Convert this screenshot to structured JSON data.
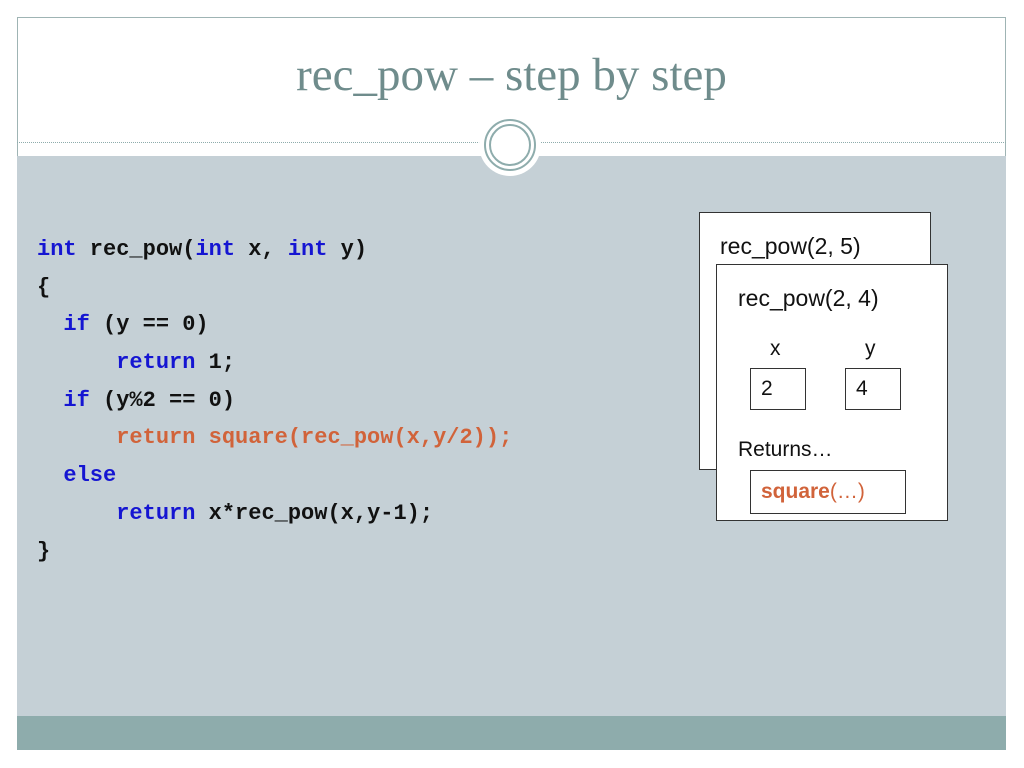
{
  "slide": {
    "title": "rec_pow – step by step"
  },
  "code": {
    "lines": [
      [
        {
          "t": "int",
          "c": "kw"
        },
        {
          "t": " rec_pow(",
          "c": ""
        },
        {
          "t": "int",
          "c": "kw"
        },
        {
          "t": " x, ",
          "c": ""
        },
        {
          "t": "int",
          "c": "kw"
        },
        {
          "t": " y)",
          "c": ""
        }
      ],
      [
        {
          "t": "{",
          "c": ""
        }
      ],
      [
        {
          "t": "  ",
          "c": ""
        },
        {
          "t": "if",
          "c": "kw"
        },
        {
          "t": " (y == 0)",
          "c": ""
        }
      ],
      [
        {
          "t": "      ",
          "c": ""
        },
        {
          "t": "return",
          "c": "kw"
        },
        {
          "t": " 1;",
          "c": ""
        }
      ],
      [
        {
          "t": "  ",
          "c": ""
        },
        {
          "t": "if",
          "c": "kw"
        },
        {
          "t": " (y%2 == 0)",
          "c": ""
        }
      ],
      [
        {
          "t": "      ",
          "c": ""
        },
        {
          "t": "return square(rec_pow(x,y/2));",
          "c": "hl"
        }
      ],
      [
        {
          "t": "  ",
          "c": ""
        },
        {
          "t": "else",
          "c": "kw"
        }
      ],
      [
        {
          "t": "      ",
          "c": ""
        },
        {
          "t": "return",
          "c": "kw"
        },
        {
          "t": " x*rec_pow(x,y-1);",
          "c": ""
        }
      ],
      [
        {
          "t": "}",
          "c": ""
        }
      ]
    ]
  },
  "stack": {
    "outer_frame": {
      "label": "rec_pow(2, 5)"
    },
    "inner_frame": {
      "label": "rec_pow(2, 4)",
      "x_label": "x",
      "y_label": "y",
      "x_value": "2",
      "y_value": "4",
      "returns_label": "Returns…",
      "returns_fn": "square",
      "returns_args": "(…)"
    }
  },
  "colors": {
    "keyword": "#1515d2",
    "highlight": "#d1633a",
    "title": "#6f8c8c",
    "content_bg": "#c5d0d6",
    "footer_bg": "#8eacac"
  }
}
